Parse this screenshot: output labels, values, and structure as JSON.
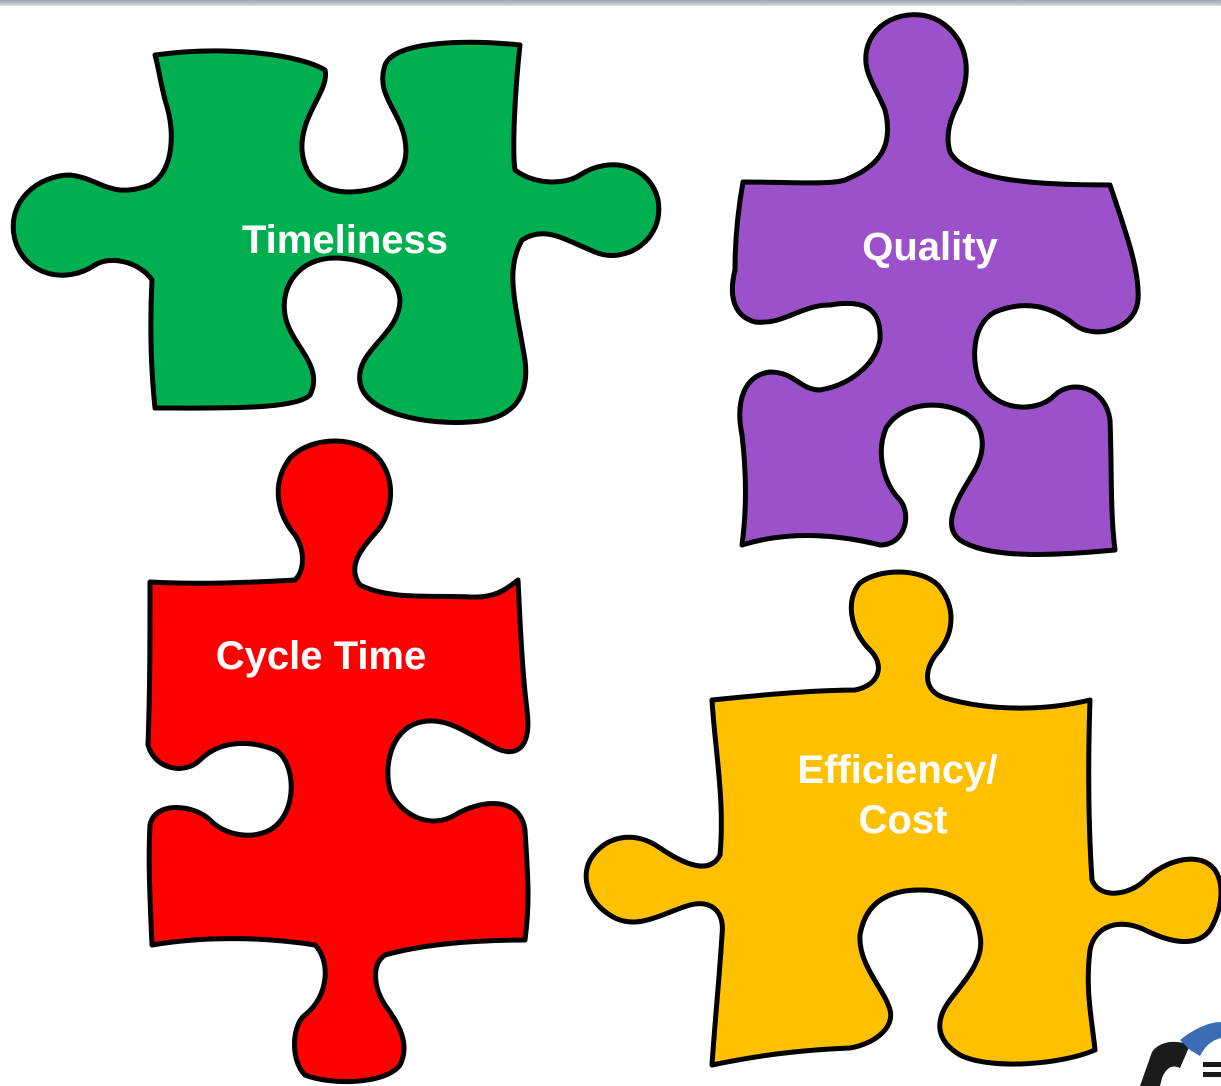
{
  "pieces": [
    {
      "label_lines": [
        "Timeliness"
      ],
      "color": "#00b050"
    },
    {
      "label_lines": [
        "Quality"
      ],
      "color": "#9b51c9"
    },
    {
      "label_lines": [
        "Cycle Time"
      ],
      "color": "#ff0000"
    },
    {
      "label_lines": [
        "Efficiency/",
        "Cost"
      ],
      "color": "#ffc000"
    }
  ],
  "logo": {
    "icon": "logo-icon",
    "colors": [
      "#1a1a1a",
      "#3a6db5"
    ]
  }
}
